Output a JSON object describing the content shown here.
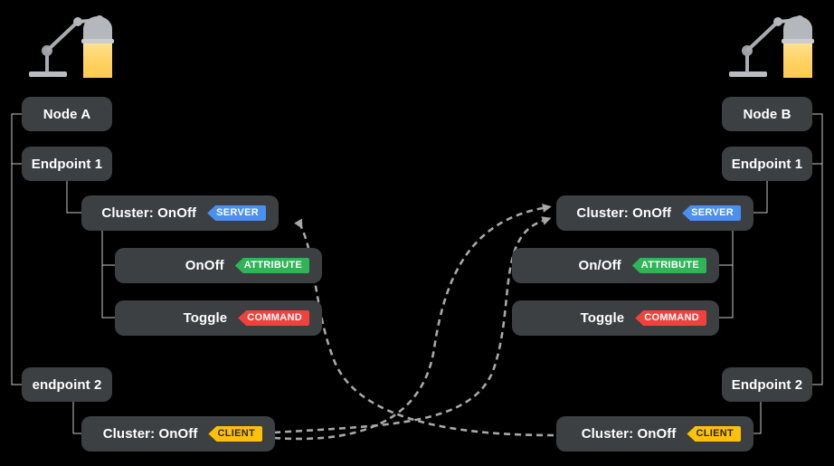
{
  "diagram": {
    "title": "Matter Node Cluster Binding Diagram",
    "background_color": "#000000",
    "box_color": "#3c4043",
    "wire_color": "#c8c8c8",
    "dashed_arrow_color": "#a8a8a8"
  },
  "badges": {
    "server": {
      "label": "SERVER",
      "color": "#4a90f0"
    },
    "attribute": {
      "label": "ATTRIBUTE",
      "color": "#2fb457"
    },
    "command": {
      "label": "COMMAND",
      "color": "#f0413c"
    },
    "client": {
      "label": "CLIENT",
      "color": "#ffc107"
    }
  },
  "left": {
    "icon": "desk-lamp-icon",
    "node": {
      "label": "Node A"
    },
    "endpoint1": {
      "label": "Endpoint 1"
    },
    "cluster_server": {
      "label": "Cluster: OnOff",
      "badge": "SERVER"
    },
    "attribute": {
      "label": "OnOff",
      "badge": "ATTRIBUTE"
    },
    "command": {
      "label": "Toggle",
      "badge": "COMMAND"
    },
    "endpoint2": {
      "label": "endpoint 2"
    },
    "cluster_client": {
      "label": "Cluster: OnOff",
      "badge": "CLIENT"
    }
  },
  "right": {
    "icon": "desk-lamp-icon",
    "node": {
      "label": "Node B"
    },
    "endpoint1": {
      "label": "Endpoint 1"
    },
    "cluster_server": {
      "label": "Cluster: OnOff",
      "badge": "SERVER"
    },
    "attribute": {
      "label": "On/Off",
      "badge": "ATTRIBUTE"
    },
    "command": {
      "label": "Toggle",
      "badge": "COMMAND"
    },
    "endpoint2": {
      "label": "Endpoint 2"
    },
    "cluster_client": {
      "label": "Cluster: OnOff",
      "badge": "CLIENT"
    }
  }
}
